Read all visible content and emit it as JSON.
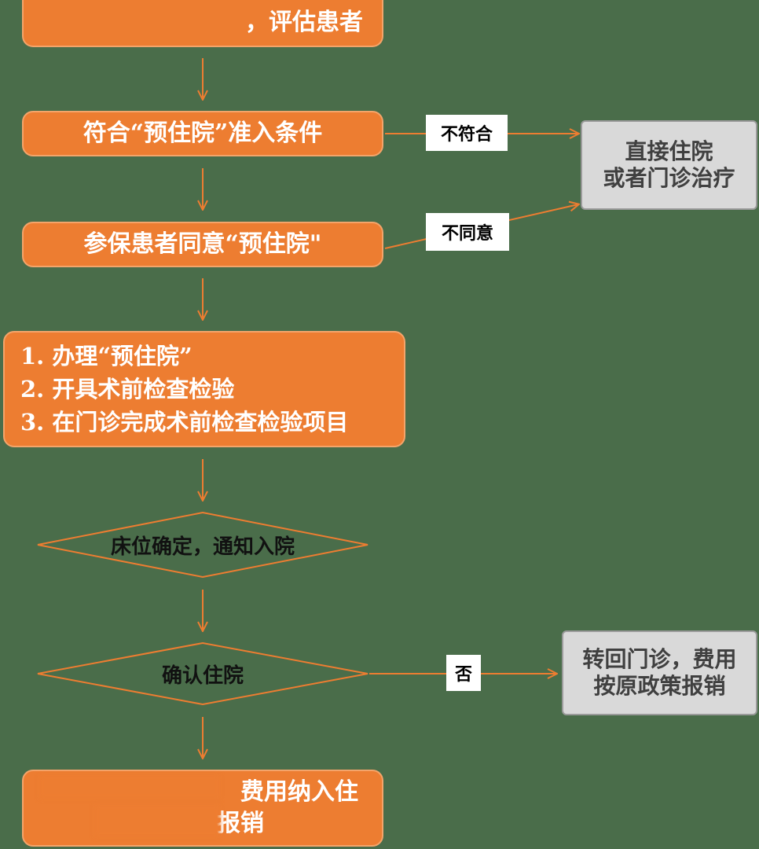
{
  "steps": {
    "step1": "，评估患者",
    "step2": "符合“预住院”准入条件",
    "step3": "参保患者同意“预住院\"",
    "step4": [
      "1. 办理“预住院”",
      "2. 开具术前检查检验",
      "3. 在门诊完成术前检查检验项目"
    ],
    "step7": [
      "费用纳入住",
      "报销"
    ]
  },
  "decisions": {
    "bed": "床位确定，通知入院",
    "confirm": "确认住院"
  },
  "branch_labels": {
    "not_meet": "不符合",
    "not_agree": "不同意",
    "no": "否"
  },
  "outcomes": {
    "direct": [
      "直接住院",
      "或者门诊治疗"
    ],
    "return": [
      "转回门诊，费用",
      "按原政策报销"
    ]
  },
  "colors": {
    "orange": "#ed7d31",
    "background": "#4a6d4a",
    "gray_box": "#d9d9d9"
  }
}
